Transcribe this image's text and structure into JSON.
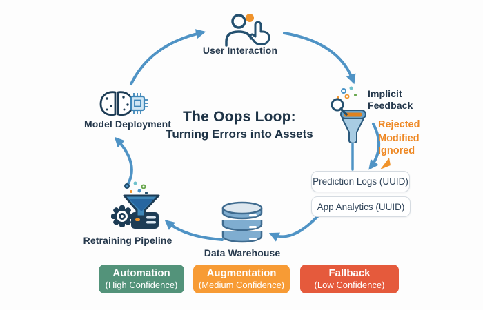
{
  "title": {
    "line1": "The Oops Loop:",
    "line2": "Turning Errors into Assets"
  },
  "nodes": {
    "user_interaction": {
      "label": "User Interaction"
    },
    "implicit_feedback": {
      "line1": "Implicit",
      "line2": "Feedback"
    },
    "model_deployment": {
      "label": "Model Deployment"
    },
    "retraining_pipeline": {
      "label": "Retraining Pipeline"
    },
    "data_warehouse": {
      "label": "Data Warehouse"
    }
  },
  "feedback_outcomes": {
    "rejected": "Rejected",
    "modified": "Modified",
    "ignored": "Ignored"
  },
  "log_boxes": {
    "prediction_logs": "Prediction Logs (UUID)",
    "app_analytics": "App Analytics (UUID)"
  },
  "badges": [
    {
      "title": "Automation",
      "subtitle": "(High Confidence)",
      "color": "#53937a"
    },
    {
      "title": "Augmentation",
      "subtitle": "(Medium Confidence)",
      "color": "#f79b35"
    },
    {
      "title": "Fallback",
      "subtitle": "(Low Confidence)",
      "color": "#e55a3c"
    }
  ],
  "colors": {
    "arrow_blue": "#4f93c5",
    "navy": "#1d3c55",
    "text_navy": "#25384c",
    "accent_orange": "#ee8824",
    "icon_orange": "#f0932b",
    "icon_green": "#6aa84f",
    "icon_teal": "#6fc2cc"
  },
  "icons": {
    "user_interaction": "user-pointer-icon",
    "implicit_feedback": "funnel-magnifier-icon",
    "model_deployment": "brain-chip-icon",
    "retraining_pipeline": "gear-funnel-server-icon",
    "data_warehouse": "database-icon"
  }
}
